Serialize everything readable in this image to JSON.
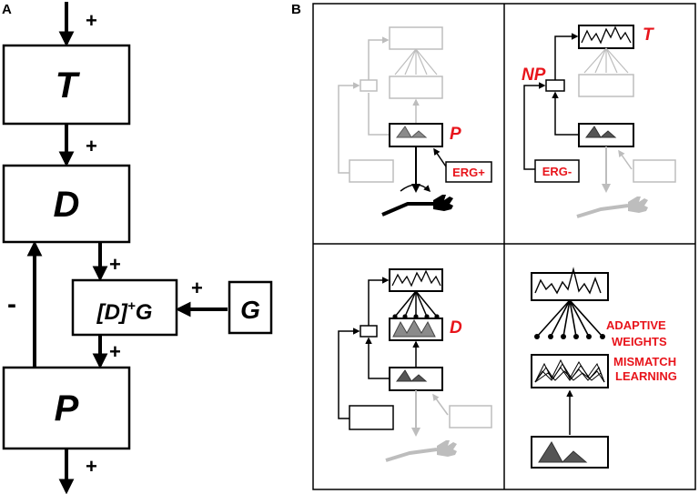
{
  "panel_a": {
    "letter": "A",
    "boxes": {
      "t": "T",
      "d": "D",
      "p": "P",
      "dg_main": "[D]",
      "dg_sup": "+",
      "dg_suffix": "G",
      "g": "G"
    },
    "signs": {
      "top_in": "+",
      "t_to_d": "+",
      "d_to_dg": "+",
      "g_to_dg": "+",
      "dg_to_p": "+",
      "p_to_d": "-",
      "p_out": "+"
    }
  },
  "panel_b": {
    "letter": "B",
    "top_left": {
      "label": "P",
      "erg": "ERG+"
    },
    "top_right": {
      "label": "T",
      "np": "NP",
      "erg": "ERG-"
    },
    "bottom_left": {
      "label": "D"
    },
    "bottom_right": {
      "adaptive_1": "ADAPTIVE",
      "adaptive_2": "WEIGHTS",
      "mismatch_1": "MISMATCH",
      "mismatch_2": "LEARNING"
    }
  },
  "colors": {
    "red": "#e8141b",
    "black": "#000000",
    "faded": "#bdbdbd",
    "peak": "#707070"
  }
}
